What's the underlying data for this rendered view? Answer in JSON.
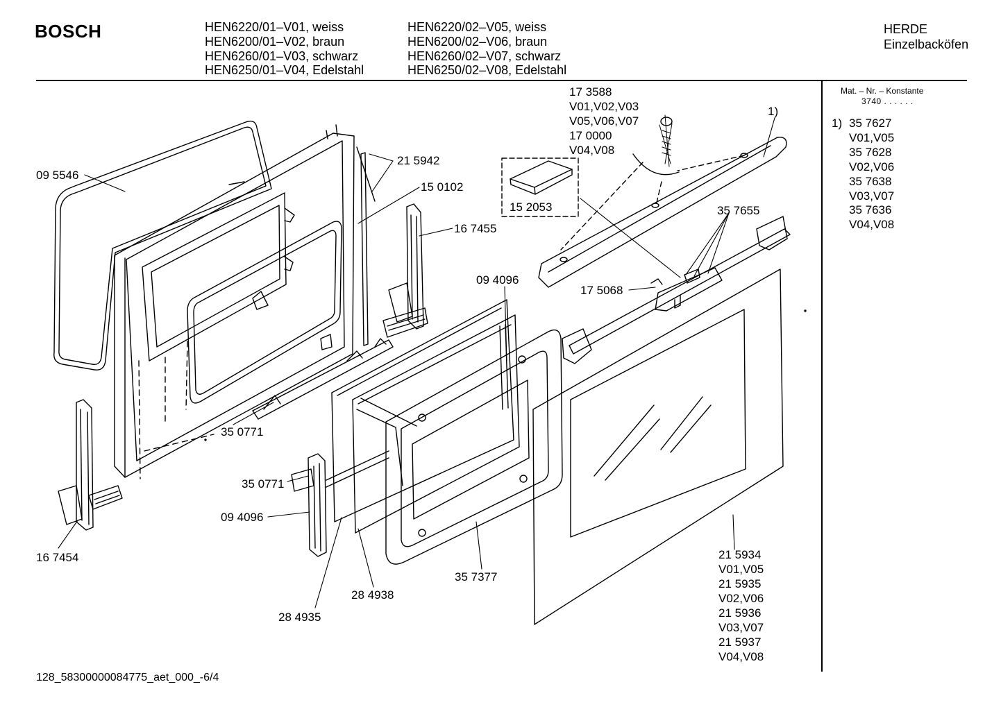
{
  "header": {
    "brand": "BOSCH",
    "models_left": [
      "HEN6220/01–V01, weiss",
      "HEN6200/01–V02, braun",
      "HEN6260/01–V03, schwarz",
      "HEN6250/01–V04, Edelstahl"
    ],
    "models_right": [
      "HEN6220/02–V05, weiss",
      "HEN6200/02–V06, braun",
      "HEN6260/02–V07, schwarz",
      "HEN6250/02–V08, Edelstahl"
    ],
    "category_line1": "HERDE",
    "category_line2": "Einzelbacköfen"
  },
  "sidebar": {
    "mat_label": "Mat. – Nr. – Konstante",
    "mat_value": "3740 . . . . . .",
    "footnote_marker": "1)",
    "footnote_lines": [
      "35 7627",
      "V01,V05",
      "35 7628",
      "V02,V06",
      "35 7638",
      "V03,V07",
      "35 7636",
      "V04,V08"
    ]
  },
  "parts": {
    "p095546": "09 5546",
    "p215942": "21 5942",
    "p150102": "15 0102",
    "p167455": "16 7455",
    "p350771a": "35 0771",
    "p350771b": "35 0771",
    "p094096a": "09 4096",
    "p094096b": "09 4096",
    "p167454": "16 7454",
    "p284935": "28 4935",
    "p284938": "28 4938",
    "p357377": "35 7377",
    "p175068": "17 5068",
    "p357655": "35 7655",
    "p152053": "15 2053",
    "footnote_ref": "1)",
    "screw_lines": [
      "17 3588",
      "V01,V02,V03",
      "V05,V06,V07",
      "17 0000",
      "V04,V08"
    ],
    "glass_lines": [
      "21 5934",
      "V01,V05",
      "21 5935",
      "V02,V06",
      "21 5936",
      "V03,V07",
      "21 5937",
      "V04,V08"
    ]
  },
  "footer": {
    "code": "128_58300000084775_aet_000_-6/4"
  }
}
